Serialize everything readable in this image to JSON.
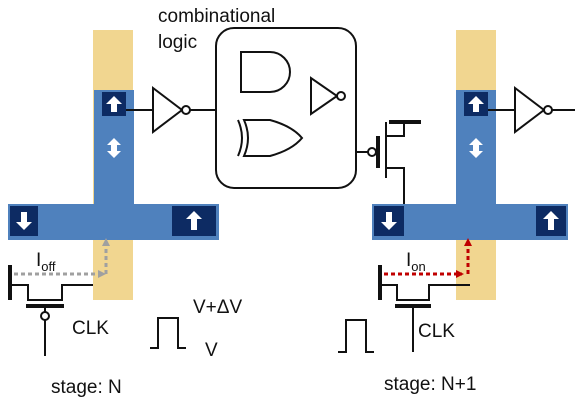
{
  "header": {
    "line1": "combinational",
    "line2": "logic"
  },
  "stage_left": {
    "current_main": "I",
    "current_sub": "off",
    "clock_label": "CLK",
    "pulse_high": "V+ΔV",
    "pulse_low": "V",
    "caption": "stage: N"
  },
  "stage_right": {
    "current_main": "I",
    "current_sub": "on",
    "clock_label": "CLK",
    "caption": "stage: N+1"
  },
  "colors": {
    "track": "#f1d690",
    "channel": "#4f81bd",
    "arrow_box": "#0d2b63",
    "arrow": "#ffffff",
    "off_current": "#a0a0a0",
    "on_current": "#c00000",
    "line": "#111111"
  },
  "icons": {
    "arrow_up": "arrow-up-icon",
    "arrow_down": "arrow-down-icon",
    "arrow_updown": "arrow-updown-icon",
    "and_gate": "and-gate-icon",
    "or_gate": "or-gate-icon",
    "inverter": "inverter-icon",
    "transistor": "transistor-icon"
  }
}
